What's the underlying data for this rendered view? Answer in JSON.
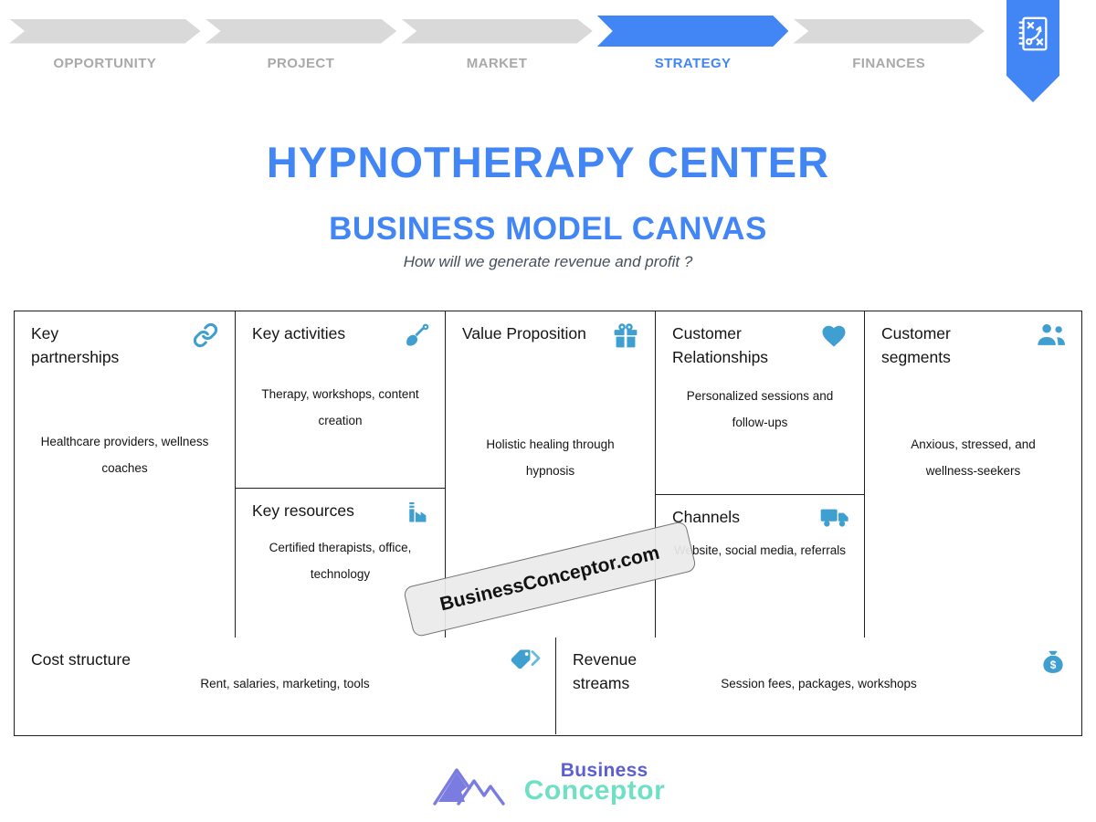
{
  "process_bar": {
    "steps": [
      {
        "label": "OPPORTUNITY",
        "active": false
      },
      {
        "label": "PROJECT",
        "active": false
      },
      {
        "label": "MARKET",
        "active": false
      },
      {
        "label": "STRATEGY",
        "active": true
      },
      {
        "label": "FINANCES",
        "active": false
      }
    ],
    "active_step": "STRATEGY"
  },
  "ribbon": {
    "icon": "strategy-playbook-icon"
  },
  "header": {
    "title": "HYPNOTHERAPY CENTER",
    "subtitle": "BUSINESS MODEL CANVAS",
    "tagline": "How will we generate revenue and profit ?"
  },
  "canvas": {
    "key_partnerships": {
      "title": "Key partnerships",
      "icon": "link-icon",
      "content": "Healthcare providers, wellness coaches"
    },
    "key_activities": {
      "title": "Key activities",
      "icon": "shovel-icon",
      "content": "Therapy, workshops, content creation"
    },
    "key_resources": {
      "title": "Key resources",
      "icon": "factory-icon",
      "content": "Certified therapists, office, technology"
    },
    "value_proposition": {
      "title": "Value Proposition",
      "icon": "gift-icon",
      "content": "Holistic healing through hypnosis"
    },
    "customer_relationships": {
      "title": "Customer Relationships",
      "icon": "heart-icon",
      "content": "Personalized sessions and follow-ups"
    },
    "channels": {
      "title": "Channels",
      "icon": "truck-icon",
      "content": "Website, social media, referrals"
    },
    "customer_segments": {
      "title": "Customer segments",
      "icon": "people-icon",
      "content": "Anxious, stressed, and wellness-seekers"
    },
    "cost_structure": {
      "title": "Cost structure",
      "icon": "tag-icon",
      "content": "Rent, salaries, marketing, tools"
    },
    "revenue_streams": {
      "title": "Revenue streams",
      "icon": "money-bag-icon",
      "content": "Session fees, packages, workshops"
    }
  },
  "watermark": {
    "text": "BusinessConceptor.com"
  },
  "footer_logo": {
    "line1": "Business",
    "line2": "Conceptor"
  },
  "colors": {
    "accent_blue": "#4285f4",
    "icon_blue": "#3e9fd0",
    "step_gray": "#d9d9d9",
    "step_label_gray": "#a9a9a9",
    "logo_purple": "#5d5dd5",
    "logo_teal": "#6fe0c4"
  }
}
